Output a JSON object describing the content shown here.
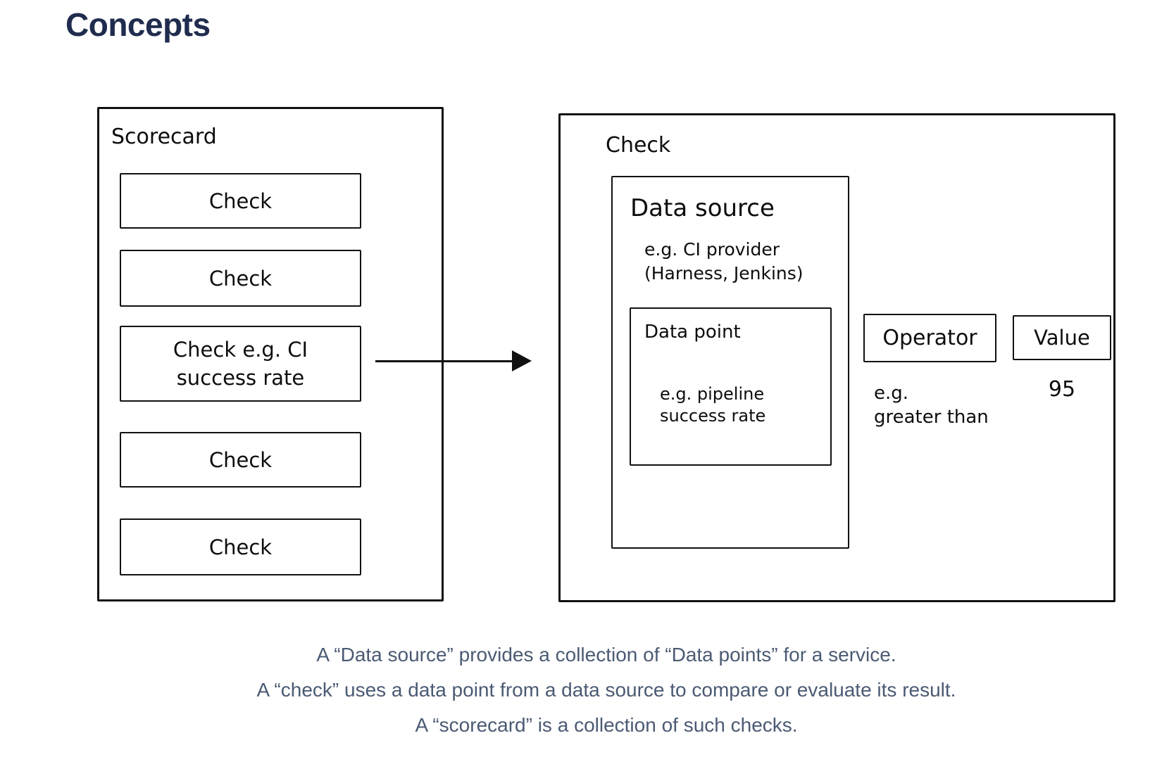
{
  "page": {
    "title": "Concepts"
  },
  "diagram": {
    "scorecard": {
      "label": "Scorecard",
      "checks": [
        "Check",
        "Check",
        "Check e.g. CI\nsuccess rate",
        "Check",
        "Check"
      ]
    },
    "check_detail": {
      "label": "Check",
      "data_source": {
        "label": "Data source",
        "example": "e.g. CI provider\n(Harness, Jenkins)",
        "data_point": {
          "label": "Data point",
          "example": "e.g. pipeline\nsuccess rate"
        }
      },
      "operator": {
        "label": "Operator",
        "example": "e.g.\ngreater than"
      },
      "value": {
        "label": "Value",
        "example": "95"
      }
    }
  },
  "caption": {
    "lines": [
      "A “Data source” provides a collection of “Data points” for a service.",
      "A “check” uses a data point from a data source to compare or evaluate its result.",
      "A “scorecard” is a collection of such checks."
    ]
  },
  "colors": {
    "heading": "#202c4e",
    "caption": "#4b5a73",
    "stroke": "#111111"
  }
}
